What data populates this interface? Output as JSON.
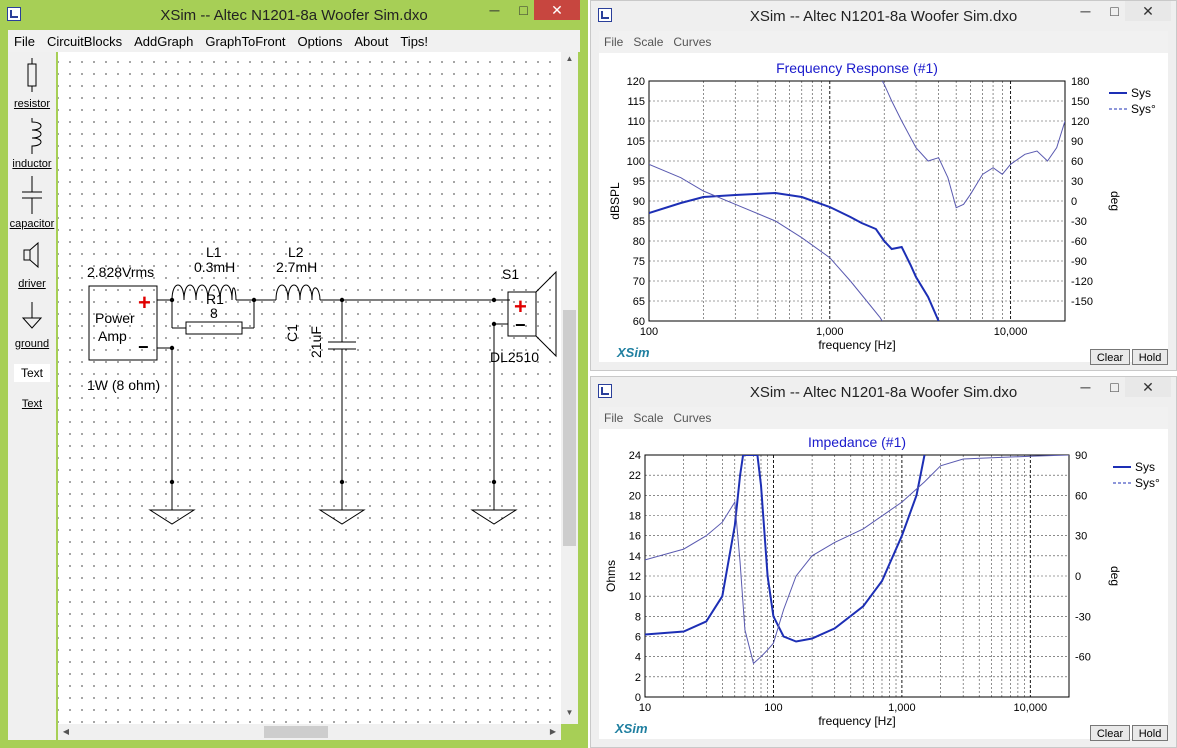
{
  "main": {
    "title": "XSim -- Altec N1201-8a Woofer Sim.dxo",
    "menu": [
      "File",
      "CircuitBlocks",
      "AddGraph",
      "GraphToFront",
      "Options",
      "About",
      "Tips!"
    ],
    "tools": [
      "resistor",
      "inductor",
      "capacitor",
      "driver",
      "ground",
      "Text"
    ],
    "text_tool_icon": "Text",
    "circuit": {
      "source_voltage": "2.828Vrms",
      "source_name_1": "Power",
      "source_name_2": "Amp",
      "source_power": "1W (8 ohm)",
      "l1_name": "L1",
      "l1_value": "0.3mH",
      "r1_name": "R1",
      "r1_value": "8",
      "l2_name": "L2",
      "l2_value": "2.7mH",
      "c1_name": "C1",
      "c1_value": "21uF",
      "s1_name": "S1",
      "s1_model": "DL2510",
      "plus": "+",
      "minus": "−"
    }
  },
  "graph_fr": {
    "title": "XSim -- Altec N1201-8a Woofer Sim.dxo",
    "menu": [
      "File",
      "Scale",
      "Curves"
    ],
    "brand": "XSim",
    "clear": "Clear",
    "hold": "Hold",
    "legend_sys": "Sys",
    "legend_sysdeg": "Sys°",
    "chart_data": {
      "type": "line",
      "title": "Frequency Response (#1)",
      "xlabel": "frequency [Hz]",
      "ylabel": "dBSPL",
      "y2label": "deg",
      "x_scale": "log",
      "xlim": [
        100,
        20000
      ],
      "ylim": [
        60,
        120
      ],
      "y2lim": [
        -180,
        180
      ],
      "x_ticks": [
        100,
        1000,
        10000
      ],
      "x_tick_labels": [
        "100",
        "1,000",
        "10,000"
      ],
      "y_ticks": [
        60,
        65,
        70,
        75,
        80,
        85,
        90,
        95,
        100,
        105,
        110,
        115,
        120
      ],
      "y2_ticks": [
        -150,
        -120,
        -90,
        -60,
        -30,
        0,
        30,
        60,
        90,
        120,
        150,
        180
      ],
      "series": [
        {
          "name": "Sys",
          "axis": "left",
          "style": "solid",
          "x": [
            100,
            150,
            200,
            300,
            500,
            700,
            1000,
            1300,
            1500,
            1800,
            2000,
            2200,
            2500,
            2800,
            3000,
            3500,
            4000
          ],
          "y": [
            87,
            89.5,
            91,
            91.5,
            92,
            91,
            88.5,
            86,
            84.5,
            83,
            80,
            78,
            78.5,
            74,
            71,
            66,
            60
          ]
        },
        {
          "name": "Sys°",
          "axis": "right",
          "style": "dashed",
          "x": [
            100,
            150,
            200,
            300,
            500,
            700,
            1000,
            1300,
            1600,
            1900,
            1950,
            2000,
            2200,
            2500,
            3000,
            3500,
            4000,
            4500,
            5000,
            5500,
            6000,
            7000,
            8000,
            9000,
            10000,
            12000,
            14000,
            16000,
            18000,
            20000
          ],
          "y": [
            55,
            35,
            15,
            -5,
            -30,
            -55,
            -85,
            -120,
            -150,
            -175,
            180,
            175,
            150,
            120,
            80,
            60,
            65,
            35,
            -10,
            -5,
            10,
            40,
            50,
            40,
            55,
            70,
            75,
            60,
            80,
            120
          ]
        }
      ]
    }
  },
  "graph_z": {
    "title": "XSim -- Altec N1201-8a Woofer Sim.dxo",
    "menu": [
      "File",
      "Scale",
      "Curves"
    ],
    "brand": "XSim",
    "clear": "Clear",
    "hold": "Hold",
    "legend_sys": "Sys",
    "legend_sysdeg": "Sys°",
    "chart_data": {
      "type": "line",
      "title": "Impedance (#1)",
      "xlabel": "frequency [Hz]",
      "ylabel": "Ohms",
      "y2label": "deg",
      "x_scale": "log",
      "xlim": [
        10,
        20000
      ],
      "ylim": [
        0,
        24
      ],
      "y2lim": [
        -90,
        90
      ],
      "x_ticks": [
        10,
        100,
        1000,
        10000
      ],
      "x_tick_labels": [
        "10",
        "100",
        "1,000",
        "10,000"
      ],
      "y_ticks": [
        0,
        2,
        4,
        6,
        8,
        10,
        12,
        14,
        16,
        18,
        20,
        22,
        24
      ],
      "y2_ticks": [
        -60,
        -30,
        0,
        30,
        60,
        90
      ],
      "series": [
        {
          "name": "Sys",
          "axis": "left",
          "style": "solid",
          "x": [
            10,
            20,
            30,
            40,
            50,
            55,
            58,
            60,
            75,
            80,
            90,
            100,
            120,
            150,
            200,
            300,
            500,
            700,
            1000,
            1300,
            1500
          ],
          "y": [
            6.2,
            6.5,
            7.5,
            10,
            17,
            22,
            24,
            24,
            24,
            21,
            12,
            8,
            6,
            5.5,
            5.8,
            6.8,
            9,
            11.5,
            16,
            20,
            24
          ]
        },
        {
          "name": "Sys°",
          "axis": "right",
          "style": "dashed",
          "x": [
            10,
            20,
            30,
            40,
            50,
            55,
            60,
            70,
            80,
            90,
            100,
            120,
            150,
            200,
            300,
            500,
            1000,
            1500,
            2000,
            3000,
            5000,
            10000,
            20000
          ],
          "y": [
            12,
            20,
            30,
            40,
            55,
            10,
            -40,
            -65,
            -60,
            -55,
            -50,
            -25,
            0,
            15,
            25,
            35,
            55,
            70,
            82,
            87,
            88,
            89,
            90
          ]
        }
      ]
    }
  }
}
